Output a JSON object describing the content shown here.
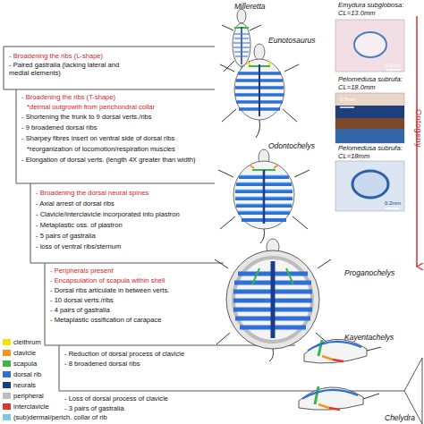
{
  "diagram": {
    "labels": [
      "Milleretta",
      "- Broadening the ribs (L-shape)",
      "- Paired gastralia (lacking lateral and medial elements)",
      "Eunotosaurus",
      "Emydura subglobosa: CL=13.0mm",
      "0.2mm",
      "- Broadening the ribs (T-shape)",
      "*dermal outgrowth from perichondral collar",
      "- Shortening the trunk to 9 dorsal verts./ribs",
      "- 9 broadened dorsal ribs",
      "- Sharpey fibres insert on ventral side of dorsal ribs",
      "*reorganization of locomotion/respiration muscles",
      "- Elongation of dorsal verts. (length 4X greater than width)",
      "Pelomedusa subrufa: CL=18.0mm",
      "0.5mm",
      "Odontochelys",
      "Pelomedusa subrufa: CL=18mm",
      "0.2mm",
      "- Broadening the dorsal neural spines",
      "- Axial arrest of dorsal ribs",
      "- Clavicle/interclavicle incorporated into plastron",
      "- Metaplastic oss. of plastron",
      "- 5 pairs of gastralia",
      "- loss of ventral ribs/sternum",
      "- Peripherals present",
      "- Encapsulation of scapula within shell",
      "- Dorsal ribs articulate in between verts.",
      "- 10 dorsal verts./ribs",
      "- 4 pairs of gastralia",
      "- Metaplastic ossification of carapace",
      "Proganochelys",
      "Kayentachelys",
      "- Reduction of dorsal process of clavicle",
      "- 8 broadened dorsal ribs",
      "- Loss of dorsal process of clavicle",
      "- 3 pairs of gastralia",
      "Chelydra",
      "Ontogeny"
    ],
    "legend": [
      {
        "text": "cleithrum",
        "color": "#f2e30c"
      },
      {
        "text": "clavicle",
        "color": "#f7941d"
      },
      {
        "text": "scapula",
        "color": "#39b54a"
      },
      {
        "text": "dorsal rib",
        "color": "#2e6fd8"
      },
      {
        "text": "neurals",
        "color": "#1a3c8c"
      },
      {
        "text": "peripheral",
        "color": "#bdbdbd"
      },
      {
        "text": "interclavicle",
        "color": "#e3342f"
      },
      {
        "text": "(sub)dermal/perich. collar of rib",
        "color": "#7ec8e3"
      }
    ]
  }
}
